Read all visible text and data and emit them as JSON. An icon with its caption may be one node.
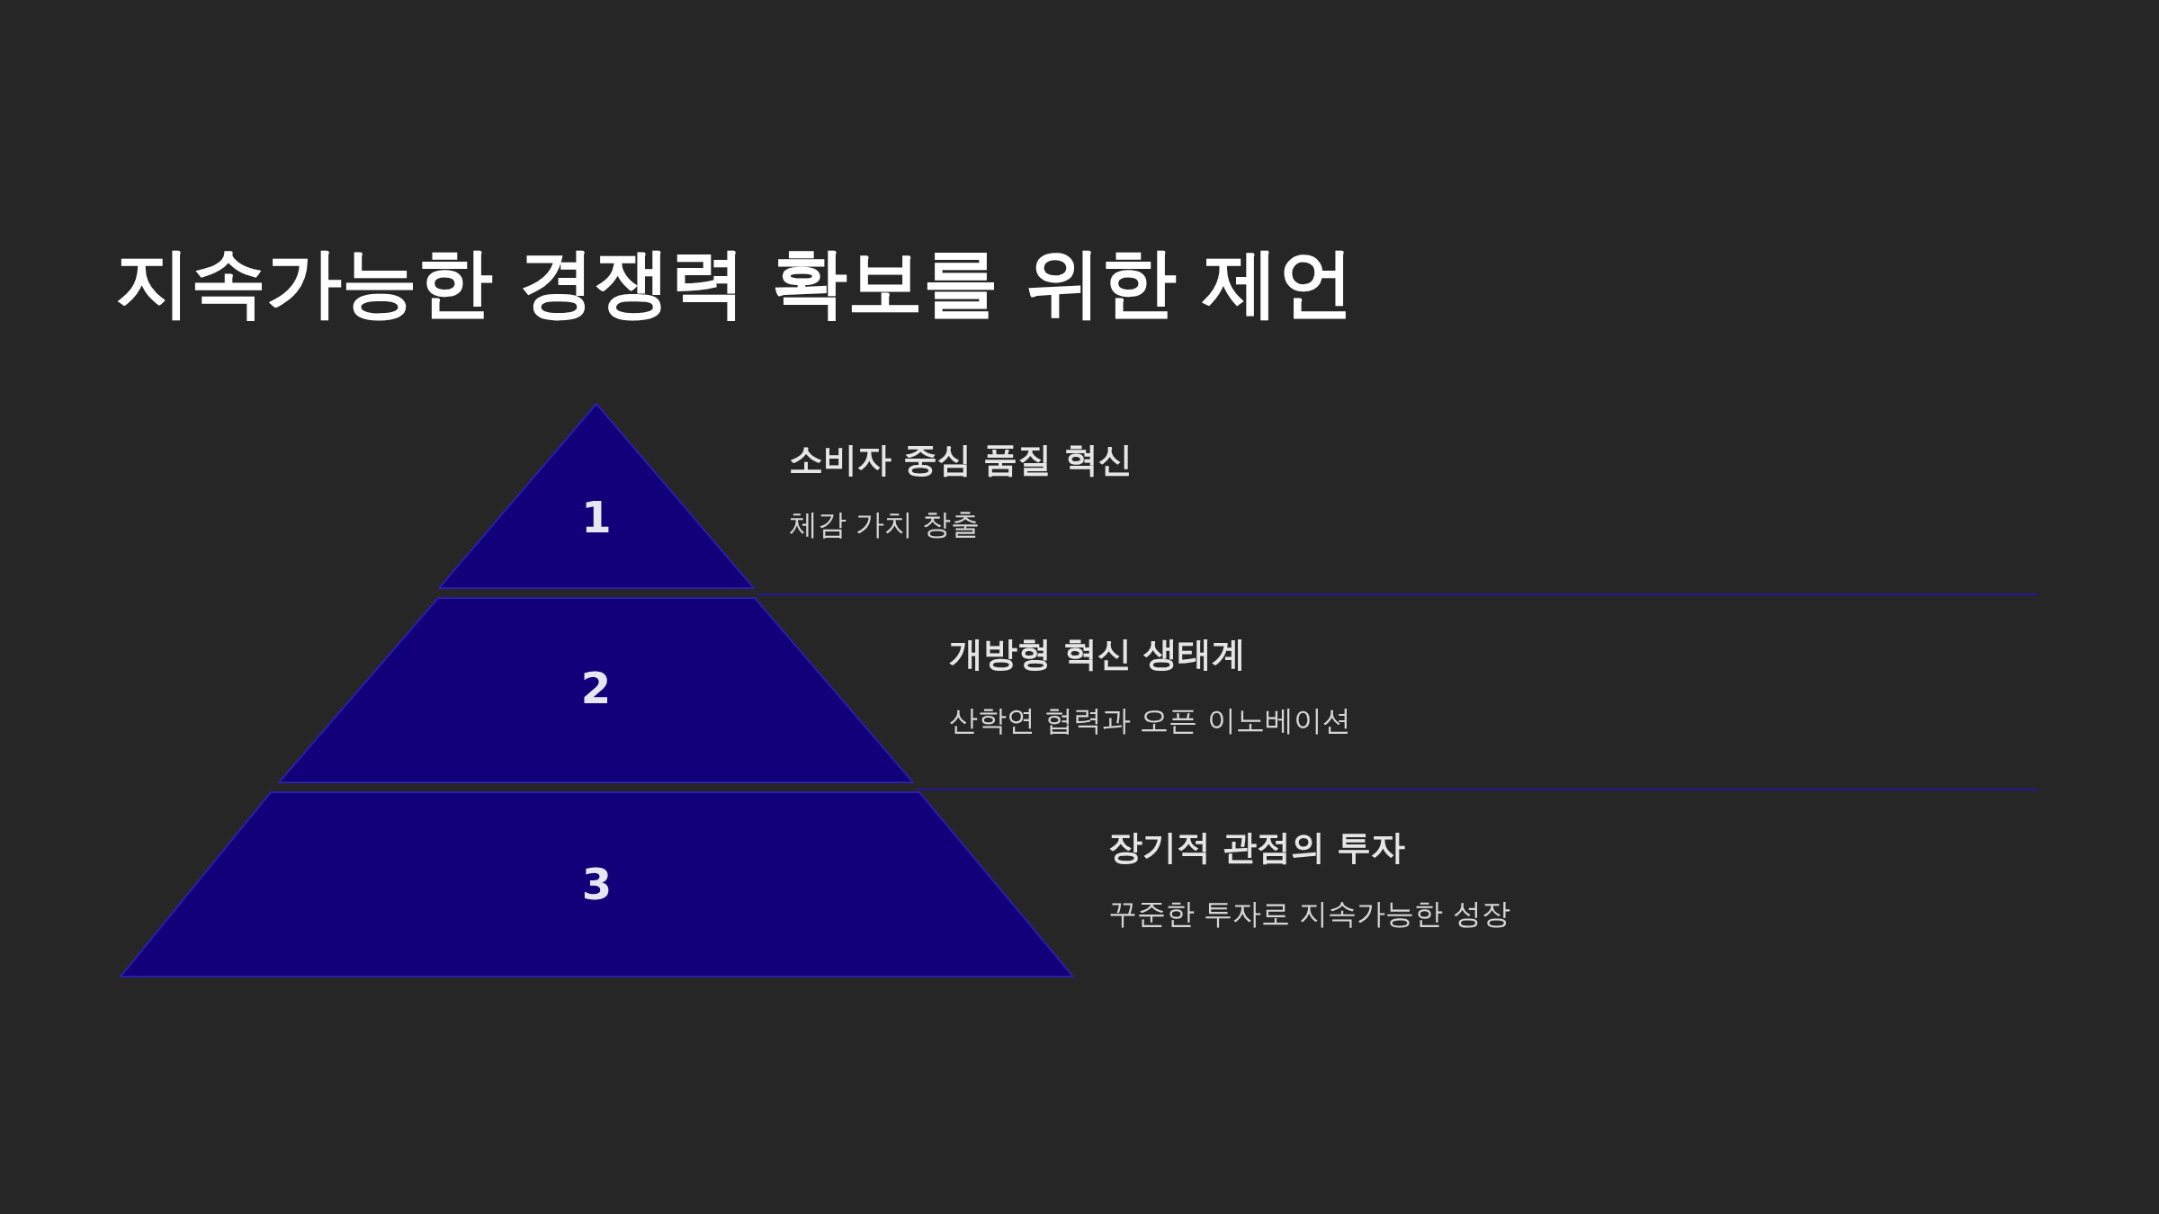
{
  "diagram": {
    "title": "지속가능한 경쟁력 확보를 위한 제언",
    "nodes": [
      {
        "text": [
          "1"
        ],
        "beside": [
          "소비자 중심 품질 혁신",
          "체감 가치 창출"
        ]
      },
      {
        "text": [
          "2"
        ],
        "beside": [
          "개방형 혁신 생태계",
          "산학연 협력과 오픈 이노베이션"
        ]
      },
      {
        "text": [
          "3"
        ],
        "beside": [
          "장기적 관점의 투자",
          "꾸준한 투자로 지속가능한 성장"
        ]
      }
    ]
  }
}
